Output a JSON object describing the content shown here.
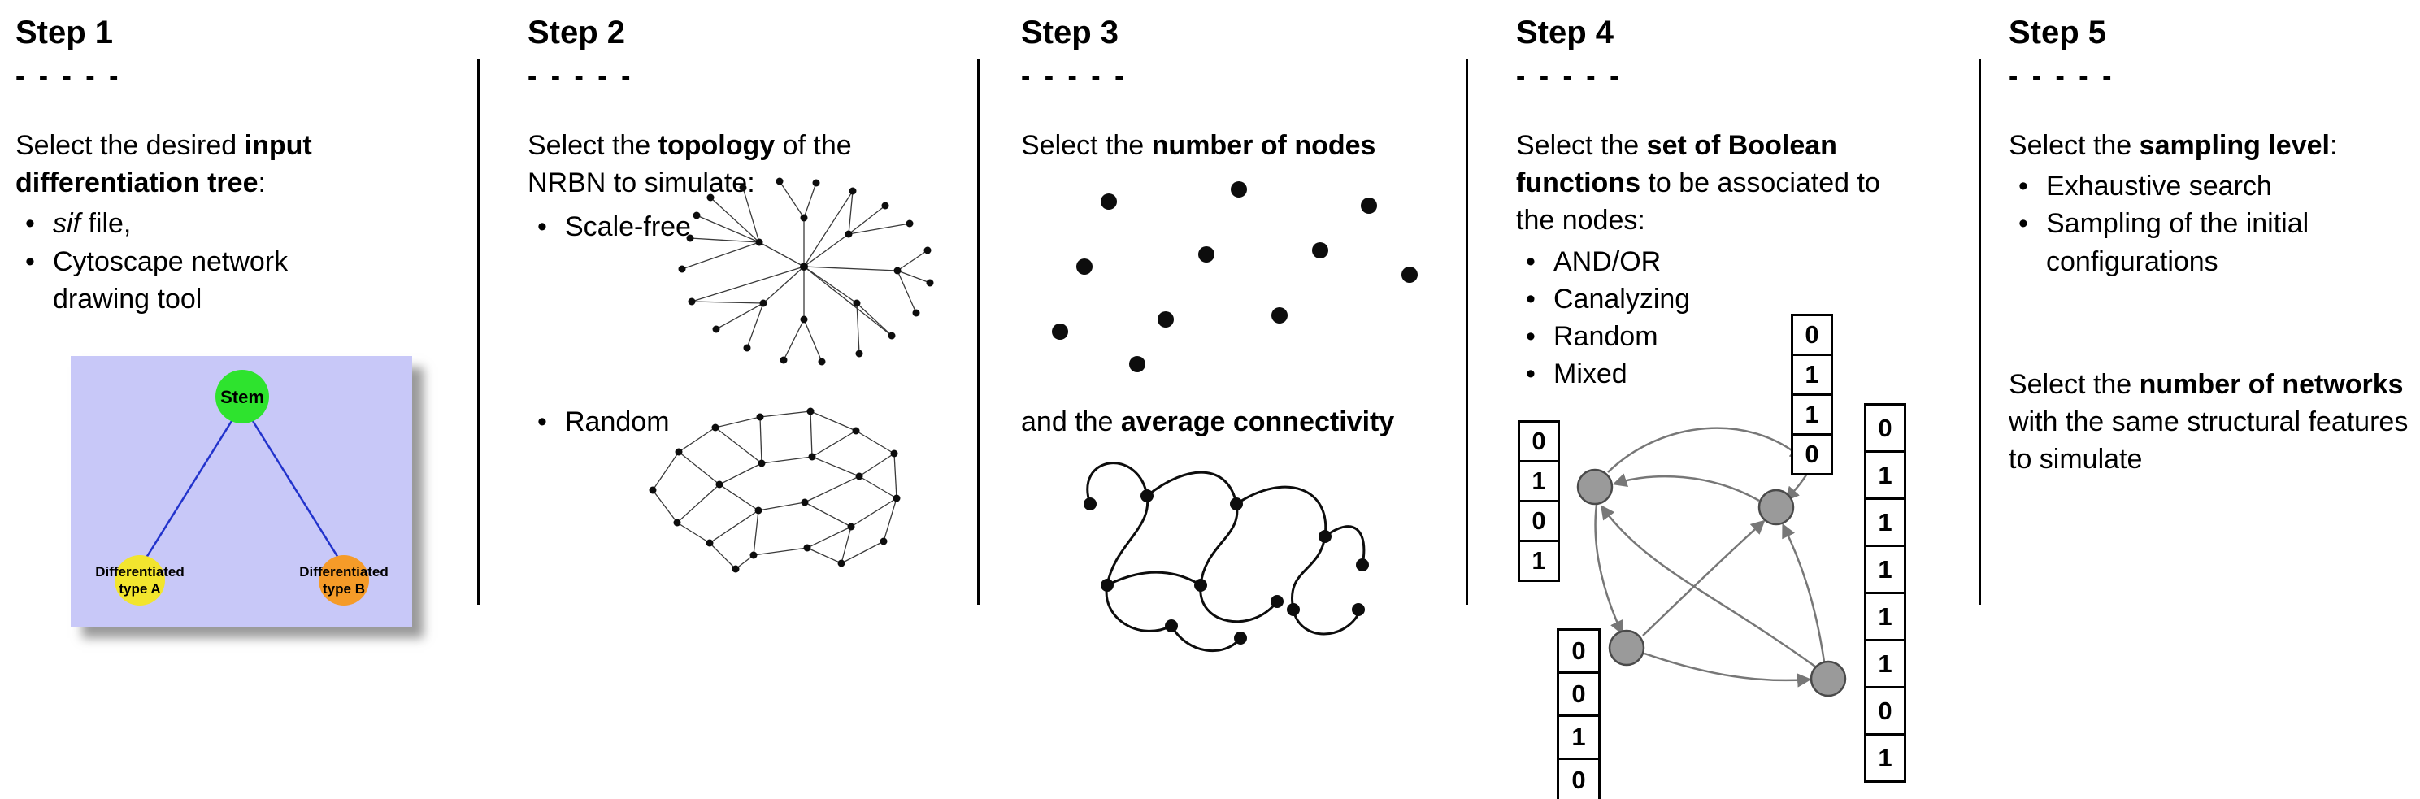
{
  "bullet": "•",
  "dashes": "- - - - -",
  "step1": {
    "title": "Step 1",
    "intro": {
      "plain1": "Select the desired ",
      "bold": "input differentiation tree",
      "plain2": ":"
    },
    "bullet1": {
      "italic": "sif",
      "rest": " file,"
    },
    "bullet2": "Cytoscape network drawing tool",
    "tree": {
      "stem_label": "Stem",
      "node_a_line1": "Differentiated",
      "node_a_line2": "type A",
      "node_b_line1": "Differentiated",
      "node_b_line2": "type B",
      "colors": {
        "background": "#c8c8f8",
        "stem": "#2ee32e",
        "node_a": "#f2e52e",
        "node_b": "#f59b28",
        "edge": "#2233cc"
      }
    }
  },
  "step2": {
    "title": "Step 2",
    "intro": {
      "plain1": "Select the ",
      "bold": "topology",
      "plain2": " of the NRBN to simulate:"
    },
    "bullet1": "Scale-free",
    "bullet2": "Random"
  },
  "step3": {
    "title": "Step 3",
    "intro": {
      "plain1": "Select the ",
      "bold": "number of nodes"
    },
    "caption": {
      "plain1": "and the ",
      "bold": "average connectivity"
    }
  },
  "step4": {
    "title": "Step 4",
    "intro": {
      "plain1": "Select the ",
      "bold": "set of Boolean functions",
      "plain2": " to be associated to the nodes:"
    },
    "bullets": [
      "AND/OR",
      "Canalyzing",
      "Random",
      "Mixed"
    ],
    "tables": {
      "left": [
        "0",
        "1",
        "0",
        "1"
      ],
      "top": [
        "0",
        "1",
        "1",
        "0"
      ],
      "right": [
        "0",
        "1",
        "1",
        "1",
        "1",
        "1",
        "0",
        "1"
      ],
      "bottom": [
        "0",
        "0",
        "1",
        "0"
      ]
    }
  },
  "step5": {
    "title": "Step 5",
    "intro": {
      "plain1": "Select the ",
      "bold": "sampling level",
      "plain2": ":"
    },
    "bullet1": "Exhaustive search",
    "bullet2": "Sampling of the initial configurations",
    "para2": {
      "plain1": "Select the ",
      "bold": "number of networks",
      "plain2": " with the same structural features to simulate"
    }
  }
}
